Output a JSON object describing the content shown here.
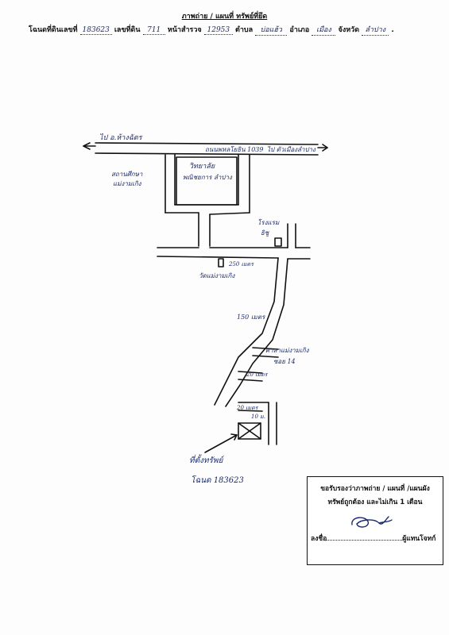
{
  "header": {
    "title": "ภาพถ่าย / แผนที่ ทรัพย์ที่ยึด",
    "deed_label": "โฉนดที่ดินเลขที่",
    "deed_no": "183623",
    "land_no_label": "เลขที่ดิน",
    "land_no": "711",
    "survey_label": "หน้าสำรวจ",
    "survey_no": "12953",
    "subdistrict_label": "ตำบล",
    "subdistrict": "บ่อแฮ้ว",
    "district_label": "อำเภอ",
    "district": "เมือง",
    "province_label": "จังหวัด",
    "province": "ลำปาง",
    "end_dot": "."
  },
  "map": {
    "road_name": "ถนนพหลโยธิน 1039",
    "left_direction": "ไป อ.ห้างฉัตร",
    "right_direction": "ไป ตัวเมืองลำปาง",
    "left_landmark_1": "สถานศึกษา",
    "left_landmark_2": "แม่งามเกิง",
    "college_1": "วิทยาลัย",
    "college_2": "พณิชยการ ลำปาง",
    "hotel_1": "โรงแรม",
    "hotel_2": "ธิชู",
    "temple": "วัดแม่งามเกิง",
    "dist_250": "250 เมตร",
    "dist_150": "150 เมตร",
    "soi_1": "ศาลาแม่งามเกิง",
    "soi_2": "ซอย 14",
    "dist_20a": "20 เมตร",
    "dist_20b": "20 เมตร",
    "side_mark": "10 ม.",
    "property_label": "ที่ตั้งทรัพย์",
    "property_deed": "โฉนด 183623"
  },
  "certification": {
    "line1": "ขอรับรองว่าภาพถ่าย / แผนที่ /แผนผัง",
    "line2": "ทรัพย์ถูกต้อง และไม่เกิน 1 เดือน",
    "sign_label": "ลงชื่อ",
    "role": "ผู้แทนโจทก์"
  }
}
